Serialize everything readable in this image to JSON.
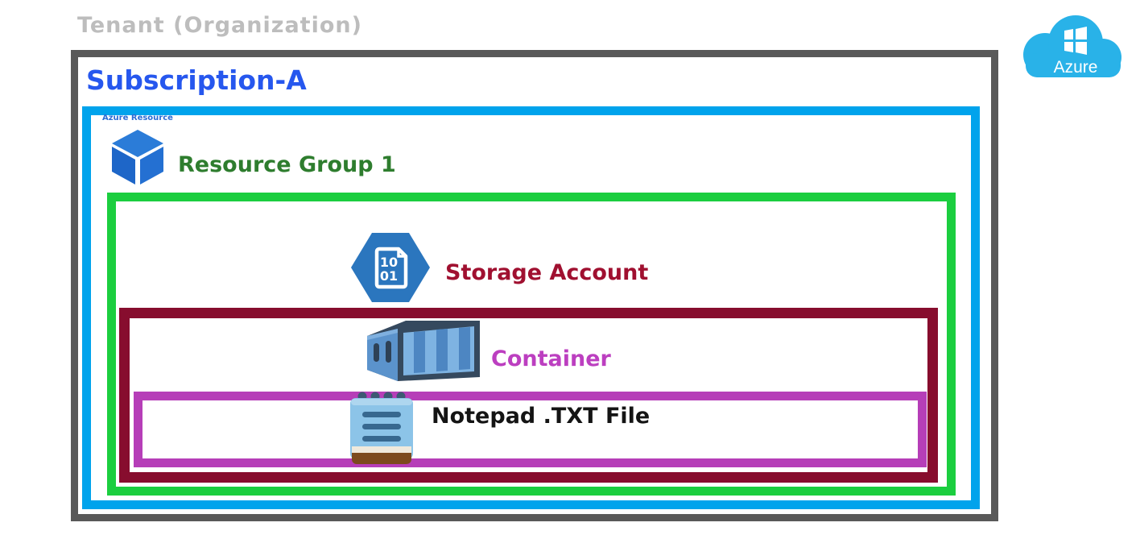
{
  "tenant": {
    "label": "Tenant (Organization)"
  },
  "subscription": {
    "label": "Subscription-A"
  },
  "resource_group": {
    "badge": "Azure Resource",
    "label": "Resource Group 1"
  },
  "storage_account": {
    "label": "Storage Account",
    "icon_digits": [
      "10",
      "01"
    ]
  },
  "container": {
    "label": "Container"
  },
  "file": {
    "label": "Notepad .TXT File"
  },
  "azure_logo": {
    "label": "Azure"
  },
  "colors": {
    "tenant_border": "#595959",
    "tenant_label": "#BDBDBD",
    "subscription_border": "#00A3EC",
    "subscription_label": "#2657EE",
    "resource_group_border": "#1BCE3F",
    "resource_group_label": "#2E7D2E",
    "storage_border": "#870D2E",
    "storage_label": "#A01030",
    "container_border": "#B63EB8",
    "container_label": "#BC3FC0",
    "file_label": "#141414",
    "azure_cloud": "#29B2E8"
  }
}
